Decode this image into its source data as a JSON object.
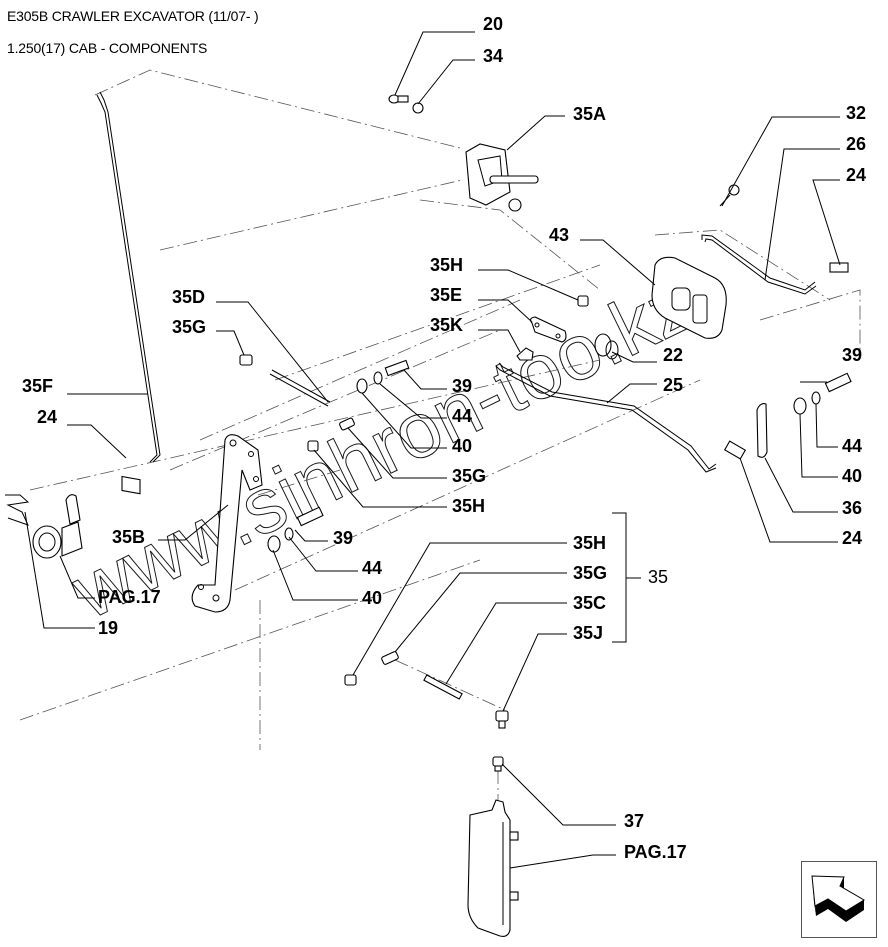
{
  "header": {
    "title": "E305B CRAWLER EXCAVATOR (11/07- )",
    "subtitle": "1.250(17) CAB - COMPONENTS"
  },
  "watermark": "www.sinhron-too.kz",
  "callouts": {
    "c20": "20",
    "c34": "34",
    "c35A": "35A",
    "c32": "32",
    "c26": "26",
    "c24a": "24",
    "c43": "43",
    "c35H_a": "35H",
    "c35E": "35E",
    "c35K": "35K",
    "c22": "22",
    "c25": "25",
    "c35D": "35D",
    "c35G_a": "35G",
    "c35F": "35F",
    "c24b": "24",
    "c39a": "39",
    "c44a": "44",
    "c40a": "40",
    "c35G_b": "35G",
    "c35H_b": "35H",
    "c39b": "39",
    "c44b": "44",
    "c40b": "40",
    "c35B": "35B",
    "cPAG17a": "PAG.17",
    "c19": "19",
    "c39c": "39",
    "c44c": "44",
    "c40c": "40",
    "c36": "36",
    "c24c": "24",
    "c35H_c": "35H",
    "c35G_c": "35G",
    "c35C": "35C",
    "c35J": "35J",
    "c35": "35",
    "c37": "37",
    "cPAG17b": "PAG.17"
  },
  "navigation": {
    "icon": "back-arrow-icon",
    "label": "Back"
  }
}
